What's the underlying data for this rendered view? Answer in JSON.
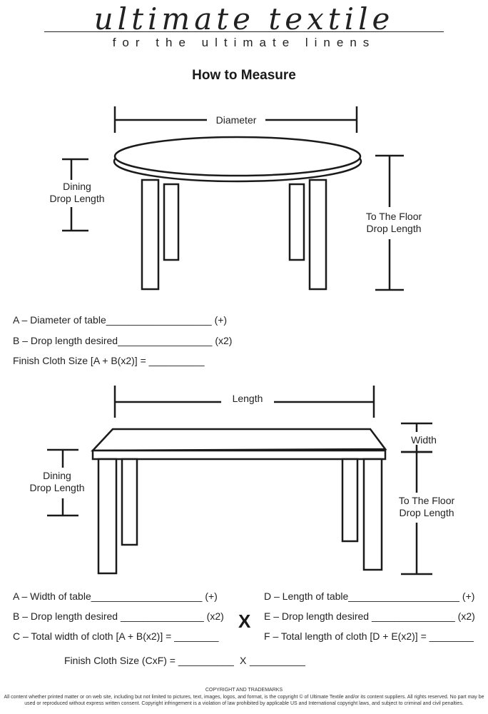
{
  "brand": {
    "logo_text": "ultimate textile",
    "tagline": "for the ultimate linens"
  },
  "heading": "How to Measure",
  "round_diagram": {
    "diameter_label": "Diameter",
    "dining_drop_label_1": "Dining",
    "dining_drop_label_2": "Drop Length",
    "floor_drop_label_1": "To The Floor",
    "floor_drop_label_2": "Drop Length"
  },
  "round_formula": {
    "line_a": "A – Diameter of table___________________ (+)",
    "line_b": "B – Drop length desired_________________ (x2)",
    "line_finish": "Finish Cloth Size [A + B(x2)] = __________"
  },
  "rect_diagram": {
    "length_label": "Length",
    "width_label": "Width",
    "dining_drop_label_1": "Dining",
    "dining_drop_label_2": "Drop Length",
    "floor_drop_label_1": "To The Floor",
    "floor_drop_label_2": "Drop Length"
  },
  "rect_formula": {
    "line_a": "A – Width of table____________________ (+)",
    "line_b": "B – Drop length desired _______________ (x2)",
    "line_c": "C – Total width of cloth [A + B(x2)] = ________",
    "line_d": "D – Length of table____________________ (+)",
    "line_e": "E – Drop length desired _______________ (x2)",
    "line_f": "F – Total length of cloth [D + E(x2)] = ________",
    "times_sign": "X",
    "finish": "Finish Cloth Size (CxF) = __________",
    "finish_x": "X",
    "finish_blank": "__________"
  },
  "copyright": {
    "title": "COPYRIGHT AND TRADEMARKS",
    "body": "All content whether printed matter or on web site, including but not limited to pictures, text, images, logos, and format, is the copyright © of Ultimate Textile and/or its content suppliers.  All rights reserved. No part may be used or reproduced without express written consent. Copyright infringement is a violation of law prohibited by applicable US and International copyright laws, and subject to criminal and civil penalties."
  }
}
